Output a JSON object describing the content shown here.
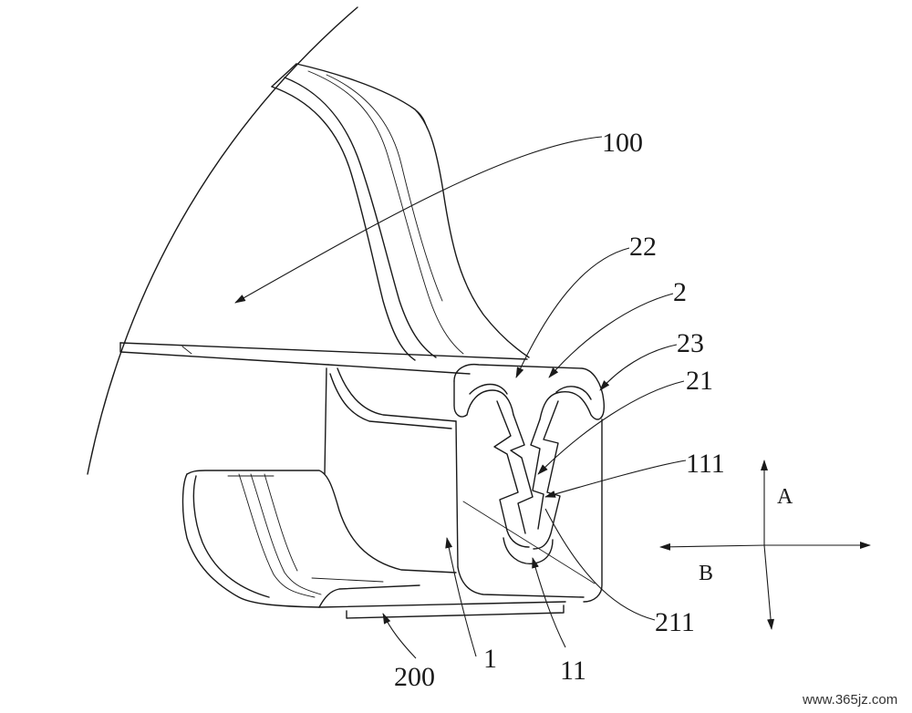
{
  "labels": {
    "l100": "100",
    "l22": "22",
    "l2": "2",
    "l23": "23",
    "l21": "21",
    "l111": "111",
    "l211": "211",
    "l200": "200",
    "l1": "1",
    "l11": "11"
  },
  "direction": {
    "a": "A",
    "b": "B"
  },
  "watermark": "www.365jz.com"
}
